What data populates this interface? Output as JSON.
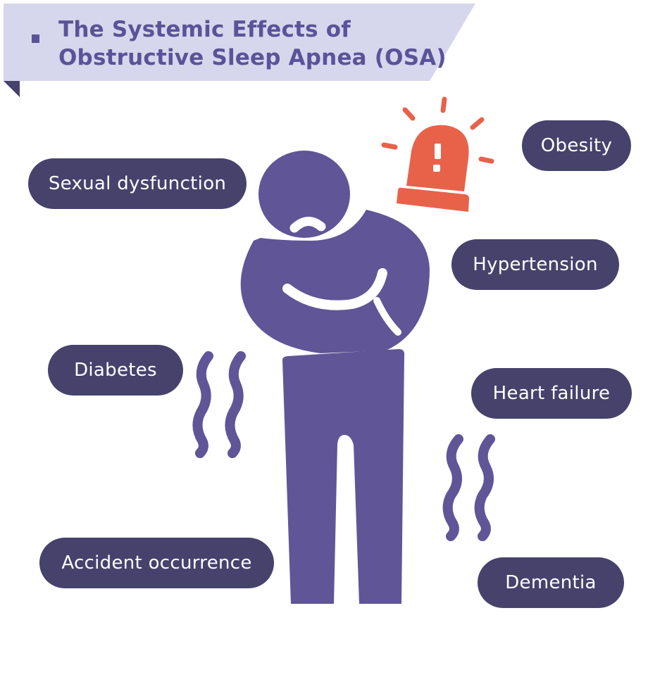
{
  "title": {
    "line1": "The Systemic Effects of",
    "line2": "Obstructive Sleep Apnea (OSA)"
  },
  "effects": {
    "sexual_dysfunction": "Sexual dysfunction",
    "obesity": "Obesity",
    "hypertension": "Hypertension",
    "diabetes": "Diabetes",
    "heart_failure": "Heart failure",
    "accident_occurrence": "Accident occurrence",
    "dementia": "Dementia"
  },
  "colors": {
    "banner": "#d6d7ec",
    "banner_fold": "#46426c",
    "title": "#5b5399",
    "pill": "#46426c",
    "figure": "#605597",
    "alarm": "#e8624a"
  },
  "icons": [
    "alarm-light-icon",
    "person-in-pain-icon",
    "shiver-lines-icon"
  ]
}
